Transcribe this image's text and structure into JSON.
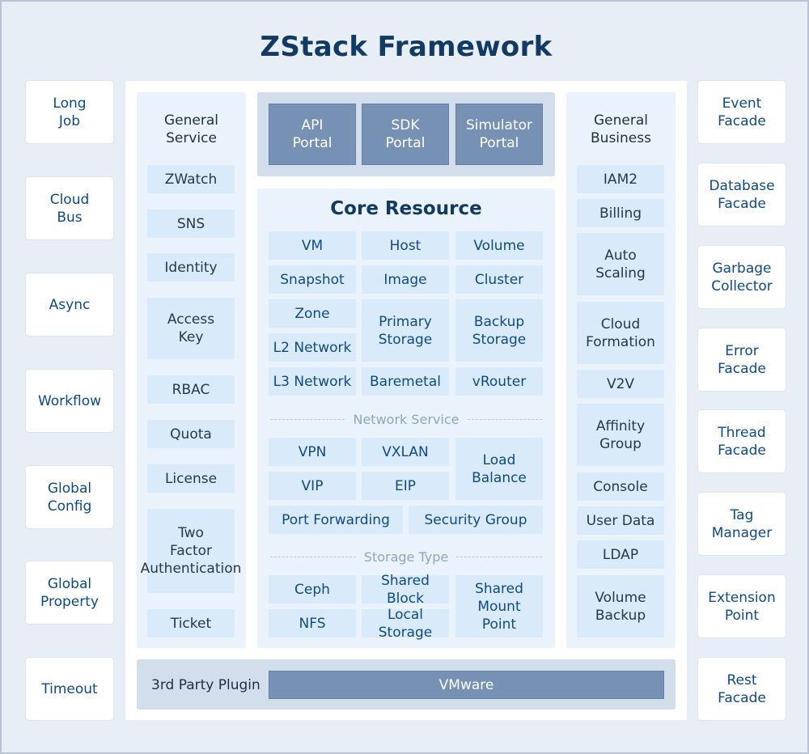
{
  "title": "ZStack Framework",
  "left_items": [
    "Long\nJob",
    "Cloud\nBus",
    "Async",
    "Workflow",
    "Global\nConfig",
    "Global\nProperty",
    "Timeout"
  ],
  "right_items": [
    "Event\nFacade",
    "Database\nFacade",
    "Garbage\nCollector",
    "Error\nFacade",
    "Thread\nFacade",
    "Tag\nManager",
    "Extension\nPoint",
    "Rest\nFacade"
  ],
  "general_service": {
    "header": "General\nService",
    "items": [
      "ZWatch",
      "SNS",
      "Identity",
      "Access\nKey",
      "RBAC",
      "Quota",
      "License",
      "Two\nFactor\nAuthentication",
      "Ticket"
    ]
  },
  "general_business": {
    "header": "General\nBusiness",
    "items": [
      "IAM2",
      "Billing",
      "Auto\nScaling",
      "Cloud\nFormation",
      "V2V",
      "Affinity\nGroup",
      "Console",
      "User Data",
      "LDAP",
      "Volume\nBackup"
    ]
  },
  "portals": [
    "API\nPortal",
    "SDK\nPortal",
    "Simulator\nPortal"
  ],
  "core": {
    "title": "Core Resource",
    "resources": [
      "VM",
      "Host",
      "Volume",
      "Snapshot",
      "Image",
      "Cluster",
      "Zone",
      "L2 Network",
      "Primary\nStorage",
      "Backup\nStorage",
      "L3 Network",
      "Baremetal",
      "vRouter"
    ],
    "network_label": "Network Service",
    "network": [
      "VPN",
      "VXLAN",
      "VIP",
      "EIP",
      "Load\nBalance",
      "Port Forwarding",
      "Security Group"
    ],
    "storage_label": "Storage Type",
    "storage": [
      "Ceph",
      "Shared Block",
      "NFS",
      "Local Storage",
      "Shared\nMount\nPoint"
    ]
  },
  "plugin": {
    "label": "3rd Party Plugin",
    "vmware": "VMware"
  },
  "colors": {
    "background": "#e8eef5",
    "title": "#123a63",
    "side_text": "#0f4a87",
    "cell": "#d9eafa",
    "portal": "#7791b4"
  }
}
